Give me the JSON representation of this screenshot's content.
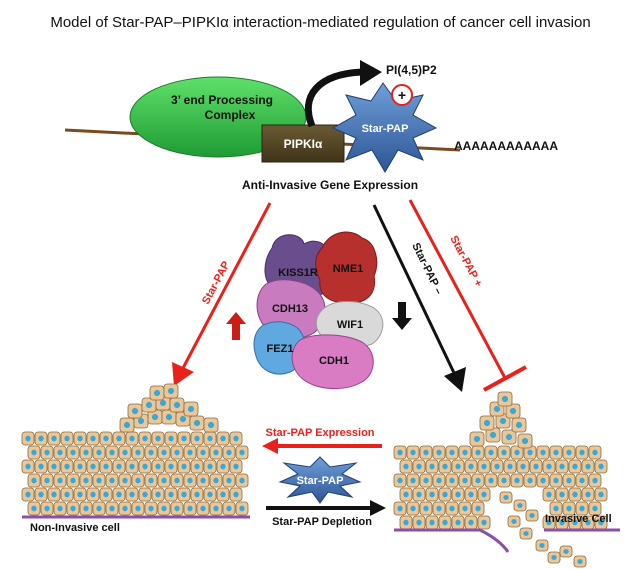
{
  "title": "Model of Star-PAP–PIPKIα interaction-mediated regulation of cancer cell invasion",
  "complex": {
    "processing_line1": "3’ end Processing",
    "processing_line2": "Complex",
    "pipki": "PIPKIα",
    "starpap": "Star-PAP",
    "pip2": "PI(4,5)P2",
    "plus": "+",
    "polya": "AAAAAAAAAAAA"
  },
  "anti_invasive_label": "Anti-Invasive Gene Expression",
  "arrows": {
    "left_label": "Star-PAP",
    "middle_label": "Star-PAP –",
    "right_label": "Star-PAP +"
  },
  "genes": [
    "KISS1R",
    "NME1",
    "CDH13",
    "WIF1",
    "FEZ1",
    "CDH1"
  ],
  "bottom": {
    "expression_label": "Star-PAP Expression",
    "depletion_label": "Star-PAP Depletion",
    "center_star": "Star-PAP",
    "non_invasive": "Non-Invasive cell",
    "invasive": "Invasive Cell"
  },
  "colors": {
    "red": "#e8211b",
    "black": "#111111",
    "ellipse": "#36c24a",
    "pipki_box": "#514426",
    "star": "#3f6fb0",
    "strand": "#7a4a1e",
    "cell_tan": "#e9c79a",
    "nucleus": "#3aa7d6"
  }
}
